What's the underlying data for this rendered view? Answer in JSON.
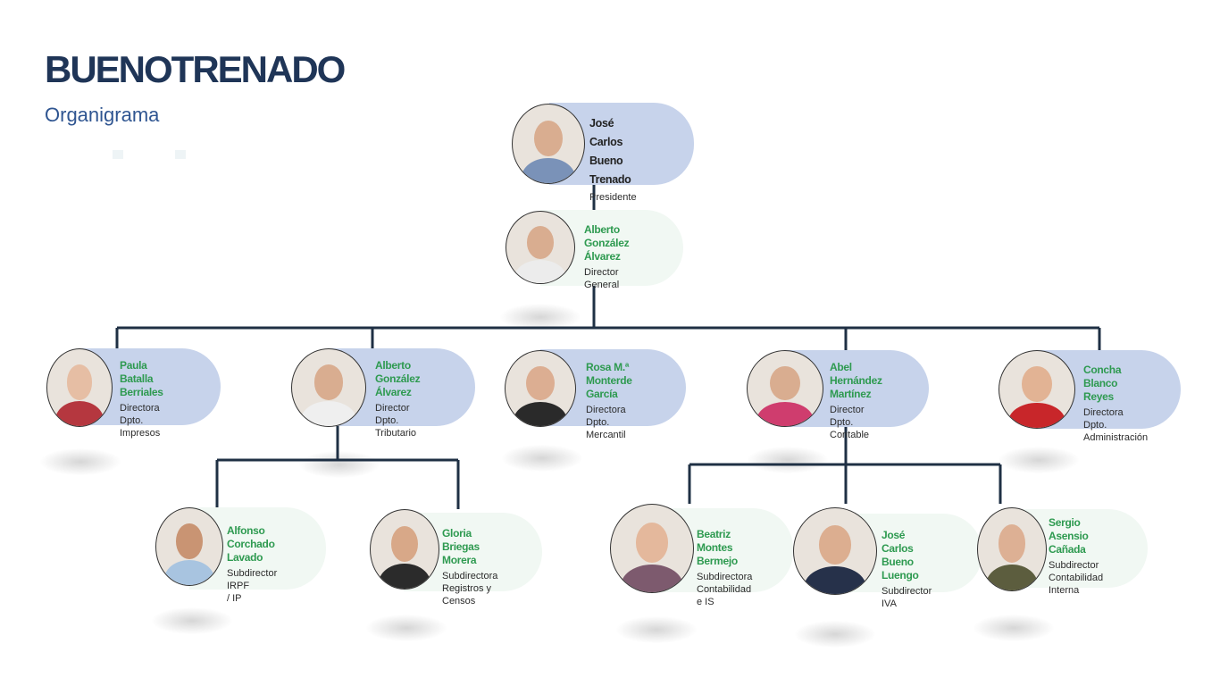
{
  "header": {
    "title": "BUENOTRENADO",
    "subtitle": "Organigrama"
  },
  "colors": {
    "title": "#1f3557",
    "subtitle": "#2f5591",
    "name_green": "#2e9a50",
    "pill_blue": "#c7d3eb",
    "pill_green": "#f1f8f3",
    "connector": "#1f3044"
  },
  "people": {
    "president": {
      "name_line1": "José Carlos",
      "name_line2": "Bueno Trenado",
      "role": "Presidente"
    },
    "director_general": {
      "name": "Alberto González\nÁlvarez",
      "role": "Director General"
    },
    "paula": {
      "name": "Paula Batalla\nBerriales",
      "role": "Directora\nDpto. Impresos"
    },
    "alberto2": {
      "name": "Alberto González\nÁlvarez",
      "role": "Director\nDpto. Tributario"
    },
    "rosa": {
      "name": "Rosa M.ª\nMonterde García",
      "role": "Directora\nDpto. Mercantil"
    },
    "abel": {
      "name": "Abel Hernández\nMartínez",
      "role": "Director\nDpto. Contable"
    },
    "concha": {
      "name": "Concha Blanco\nReyes",
      "role": "Directora Dpto.\nAdministración"
    },
    "alfonso": {
      "name": "Alfonso Corchado\nLavado",
      "role": "Subdirector    IRPF\n/ IP"
    },
    "gloria": {
      "name": "Gloria Briegas\nMorera",
      "role": "Subdirectora\nRegistros y Censos"
    },
    "beatriz": {
      "name": "Beatriz Montes\nBermejo",
      "role": "Subdirectora\nContabilidad e IS"
    },
    "jcbl": {
      "name": "José Carlos Bueno\nLuengo",
      "role": "Subdirector IVA"
    },
    "sergio": {
      "name": "Sergio Asensio\nCañada",
      "role": "Subdirector\nContabilidad\nInterna"
    }
  }
}
